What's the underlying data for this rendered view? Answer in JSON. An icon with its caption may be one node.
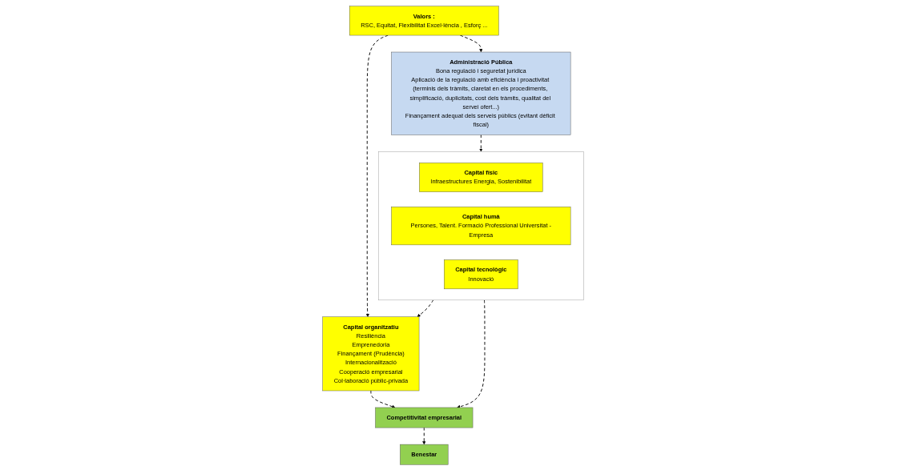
{
  "diagram": {
    "nodes": [
      {
        "text": [
          "Administració Pública",
          "Bona regulació i seguretat jurídica",
          "Aplicació de la regulació amb eficiència i proactivitat (terminis dels tràmits, claretat en els procediments, simplificació, duplicitats, cost dels tràmits, qualitat del servei ofert...)",
          "Finançament adequat dels serveis públics (evitant dèficit fiscal)"
        ]
      },
      {
        "text": [
          "Valors :",
          "RSC, Equitat, Flexibilitat Excel·lència , Esforç ..."
        ]
      },
      {
        "text": [],
        "shape": "box"
      },
      {
        "text": [
          "Capital físic",
          "Infraestructures Energia, Sostenibilitat"
        ],
        "in": 2
      },
      {
        "text": [
          "Capital humà",
          "Persones, Talent. Formació Professional Universitat -Empresa"
        ],
        "in": 2
      },
      {
        "text": [
          "Capital tecnològic",
          "Innovació"
        ],
        "in": 2
      },
      {
        "text": [
          "Capital organitzatiu",
          "Resiliència",
          "Emprenedoria",
          "Finançament (Prudència)",
          "Internacionalització",
          "Cooperació empresarial",
          "Col·laboració públic-privada"
        ]
      },
      {
        "text": [
          "Competitivitat empresarial"
        ]
      },
      {
        "text": [
          "Benestar"
        ]
      }
    ],
    "edges": [
      {
        "from": 1,
        "to": 0,
        "arrow": "to",
        "style": "dashed"
      },
      {
        "from": 0,
        "to": 2,
        "arrow": "to",
        "style": "dashed"
      },
      {
        "from": 1,
        "to": 6,
        "arrow": "to",
        "style": "dashed"
      },
      {
        "from": 2,
        "to": 6,
        "arrow": "to",
        "style": "dashed"
      },
      {
        "from": 2,
        "to": 7,
        "arrow": "to",
        "style": "dashed"
      },
      {
        "from": 6,
        "to": 7,
        "arrow": "to",
        "style": "dashed"
      },
      {
        "from": 7,
        "to": 8,
        "arrow": "to",
        "style": "dashed"
      }
    ]
  }
}
